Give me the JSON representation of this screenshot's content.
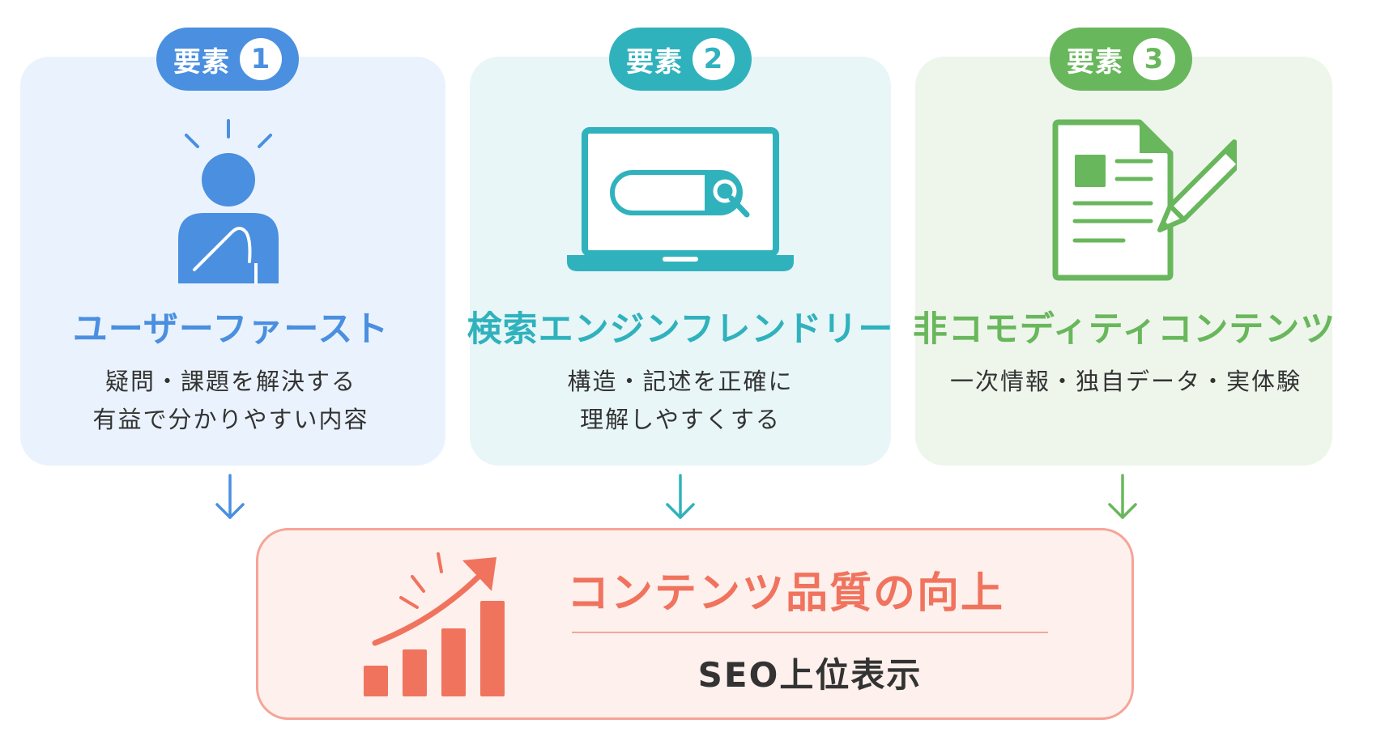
{
  "elements": [
    {
      "badge_label": "要素",
      "badge_number": "1",
      "icon": "user-icon",
      "title": "ユーザーファースト",
      "desc_line1": "疑問・課題を解決する",
      "desc_line2": "有益で分かりやすい内容",
      "color": "#4a8fe0"
    },
    {
      "badge_label": "要素",
      "badge_number": "2",
      "icon": "laptop-search-icon",
      "title": "検索エンジンフレンドリー",
      "desc_line1": "構造・記述を正確に",
      "desc_line2": "理解しやすくする",
      "color": "#30b2bd"
    },
    {
      "badge_label": "要素",
      "badge_number": "3",
      "icon": "document-pencil-icon",
      "title": "非コモディティコンテンツ",
      "desc_line1": "一次情報・独自データ・実体験",
      "desc_line2": "",
      "color": "#69b75c"
    }
  ],
  "result": {
    "title": "コンテンツ品質の向上",
    "subtitle": "SEO上位表示",
    "icon": "growth-chart-icon",
    "color": "#f0735e"
  }
}
